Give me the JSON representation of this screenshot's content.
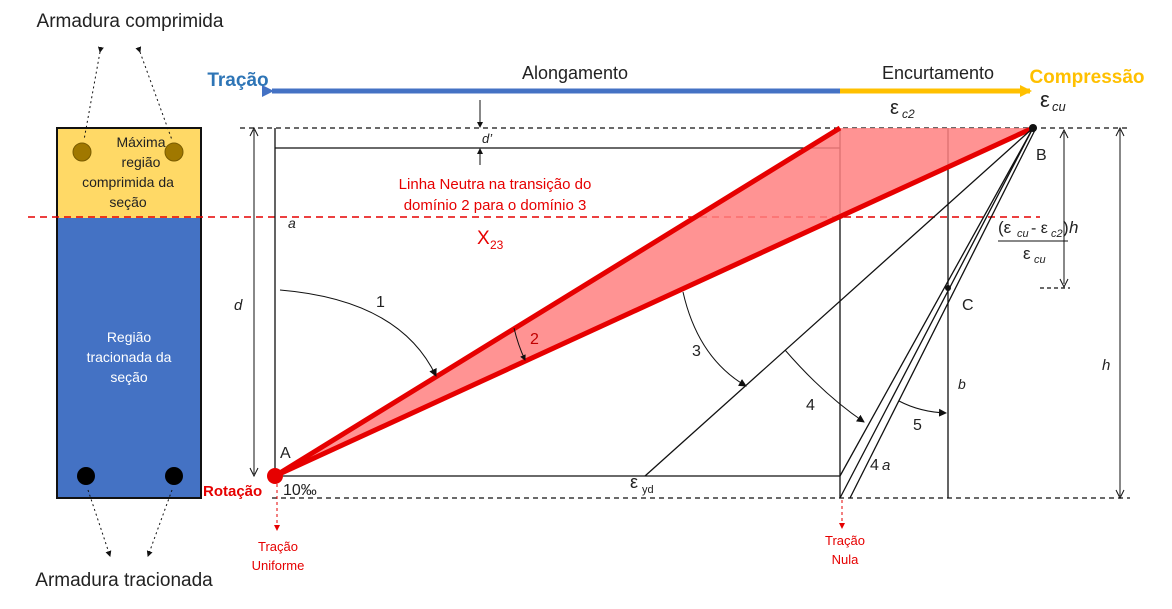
{
  "colors": {
    "red": "#e60000",
    "blue": "#4472c4",
    "tracao_blue": "#2e75b6",
    "yellow": "#ffd966",
    "orange": "#ffc000",
    "bar_brown": "#a07800",
    "fill_red": "#ff8080"
  },
  "section": {
    "top_rebar_label": "Armadura comprimida",
    "bottom_rebar_label": "Armadura tracionada",
    "compressed_zone_text": "Máxima região comprimida da seção",
    "compressed_zone_lines": [
      "Máxima",
      "região",
      "comprimida da",
      "seção"
    ],
    "tensioned_zone_lines": [
      "Região",
      "tracionada da",
      "seção"
    ]
  },
  "strain_axis": {
    "left_label": "Tração",
    "left_sub_label": "Alongamento",
    "right_sub_label": "Encurtamento",
    "right_label": "Compressão",
    "eps_cu": "ε",
    "eps_cu_sub": "cu",
    "eps_c2": "ε",
    "eps_c2_sub": "c2"
  },
  "neutral_line": {
    "text_line1": "Linha Neutra na transição do",
    "text_line2": "domínio 2 para o domínio 3",
    "x23_main": "X",
    "x23_sub": "23"
  },
  "diagram": {
    "d_prime": "d’",
    "a_label": "a",
    "d_label": "d",
    "h_label": "h",
    "b_label": "b",
    "point_A": "A",
    "point_B": "B",
    "point_C": "C",
    "strain_10": "10‰",
    "rotation_label": "Rotação",
    "eps_yd": "ε",
    "eps_yd_sub": "yd",
    "domains": [
      "1",
      "2",
      "3",
      "4",
      "5",
      "4"
    ],
    "domain_4a_suffix": "a",
    "fraction_num_open": "(ε",
    "fraction_num_cu": "cu",
    "fraction_num_minus": "- ε",
    "fraction_num_c2": "c2",
    "fraction_num_close": ")",
    "fraction_h": "h",
    "fraction_den": "ε",
    "fraction_den_sub": "cu"
  },
  "bottom_labels": {
    "uniform_line1": "Tração",
    "uniform_line2": "Uniforme",
    "null_line1": "Tração",
    "null_line2": "Nula"
  }
}
